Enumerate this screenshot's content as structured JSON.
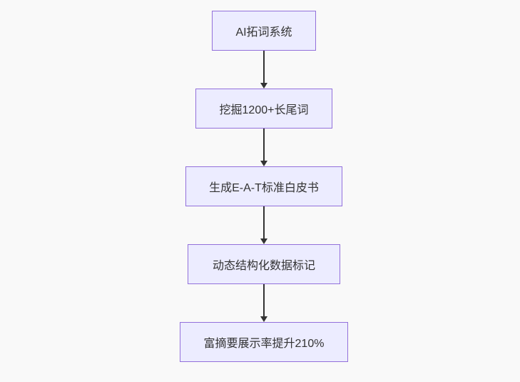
{
  "diagram": {
    "type": "flowchart",
    "direction": "top-down",
    "nodes": [
      {
        "id": "step-1",
        "label": "AI拓词系统"
      },
      {
        "id": "step-2",
        "label": "挖掘1200+长尾词"
      },
      {
        "id": "step-3",
        "label": "生成E-A-T标准白皮书"
      },
      {
        "id": "step-4",
        "label": "动态结构化数据标记"
      },
      {
        "id": "step-5",
        "label": "富摘要展示率提升210%"
      }
    ],
    "edges": [
      {
        "from": "step-1",
        "to": "step-2"
      },
      {
        "from": "step-2",
        "to": "step-3"
      },
      {
        "from": "step-3",
        "to": "step-4"
      },
      {
        "from": "step-4",
        "to": "step-5"
      }
    ],
    "colors": {
      "background": "#f9f9f9",
      "node_fill": "#ECECFF",
      "node_border": "#9370DB",
      "edge": "#333333",
      "text": "#333333"
    }
  }
}
